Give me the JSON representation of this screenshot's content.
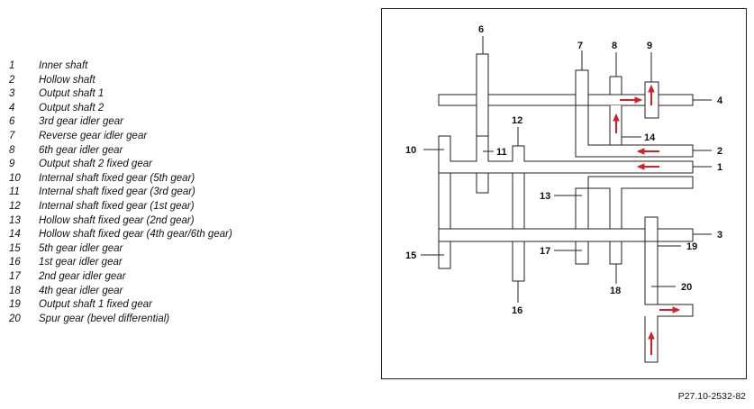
{
  "legend": [
    {
      "num": "1",
      "text": "Inner shaft"
    },
    {
      "num": "2",
      "text": "Hollow shaft"
    },
    {
      "num": "3",
      "text": "Output shaft 1"
    },
    {
      "num": "4",
      "text": "Output shaft 2"
    },
    {
      "num": "6",
      "text": "3rd gear idler gear"
    },
    {
      "num": "7",
      "text": "Reverse gear idler gear"
    },
    {
      "num": "8",
      "text": "6th gear idler gear"
    },
    {
      "num": "9",
      "text": "Output shaft 2 fixed gear"
    },
    {
      "num": "10",
      "text": "Internal shaft fixed gear (5th gear)"
    },
    {
      "num": "11",
      "text": "Internal shaft fixed gear (3rd gear)"
    },
    {
      "num": "12",
      "text": "Internal shaft fixed gear (1st gear)"
    },
    {
      "num": "13",
      "text": "Hollow shaft fixed gear (2nd gear)"
    },
    {
      "num": "14",
      "text": "Hollow shaft fixed gear (4th gear/6th gear)"
    },
    {
      "num": "15",
      "text": "5th gear idler gear"
    },
    {
      "num": "16",
      "text": "1st gear idler gear"
    },
    {
      "num": "17",
      "text": "2nd gear idler gear"
    },
    {
      "num": "18",
      "text": "4th gear idler gear"
    },
    {
      "num": "19",
      "text": "Output shaft 1 fixed gear"
    },
    {
      "num": "20",
      "text": "Spur gear (bevel differential)"
    }
  ],
  "diagram": {
    "callouts": [
      "1",
      "2",
      "3",
      "4",
      "6",
      "7",
      "8",
      "9",
      "10",
      "11",
      "12",
      "13",
      "14",
      "15",
      "16",
      "17",
      "18",
      "19",
      "20"
    ],
    "arrow_color": "#d0202a",
    "line_color": "#222222"
  },
  "reference_code": "P27.10-2532-82"
}
